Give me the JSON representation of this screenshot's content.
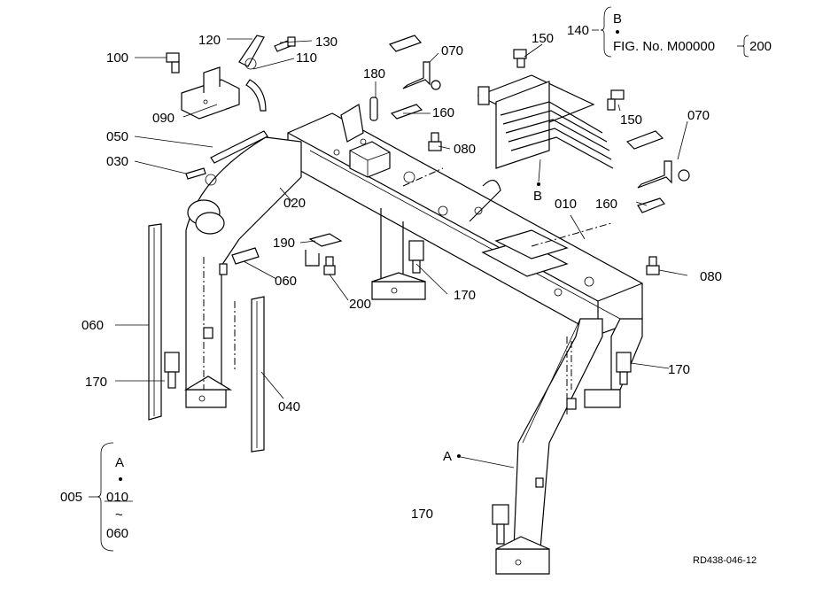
{
  "drawing_id": "RD438-046-12",
  "ref_group": {
    "prefix": "140",
    "top": "B",
    "bottom_lead": "FIG. No. M00000",
    "bottom_trail": "200"
  },
  "assembly_group": {
    "number": "005",
    "letter": "A",
    "from": "010",
    "tilde": "~",
    "to": "060"
  },
  "callouts": [
    {
      "id": "c100",
      "text": "100"
    },
    {
      "id": "c120",
      "text": "120"
    },
    {
      "id": "c130",
      "text": "130"
    },
    {
      "id": "c110",
      "text": "110"
    },
    {
      "id": "c090",
      "text": "090"
    },
    {
      "id": "c050",
      "text": "050"
    },
    {
      "id": "c030",
      "text": "030"
    },
    {
      "id": "c180",
      "text": "180"
    },
    {
      "id": "c070a",
      "text": "070"
    },
    {
      "id": "c150a",
      "text": "150"
    },
    {
      "id": "c150b",
      "text": "150"
    },
    {
      "id": "c160a",
      "text": "160"
    },
    {
      "id": "c080a",
      "text": "080"
    },
    {
      "id": "c070b",
      "text": "070"
    },
    {
      "id": "c020",
      "text": "020"
    },
    {
      "id": "c010",
      "text": "010"
    },
    {
      "id": "c160b",
      "text": "160"
    },
    {
      "id": "c190",
      "text": "190"
    },
    {
      "id": "c060a",
      "text": "060"
    },
    {
      "id": "c200",
      "text": "200"
    },
    {
      "id": "c170a",
      "text": "170"
    },
    {
      "id": "c080b",
      "text": "080"
    },
    {
      "id": "c060b",
      "text": "060"
    },
    {
      "id": "c170b",
      "text": "170"
    },
    {
      "id": "c170c",
      "text": "170"
    },
    {
      "id": "c040",
      "text": "040"
    },
    {
      "id": "c170d",
      "text": "170"
    },
    {
      "id": "cB",
      "text": "B"
    },
    {
      "id": "cA",
      "text": "A"
    }
  ]
}
